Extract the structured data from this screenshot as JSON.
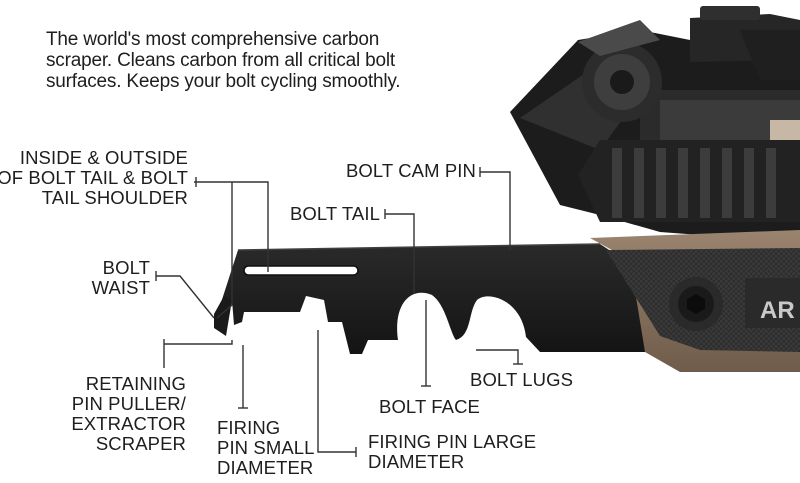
{
  "intro": {
    "lines": [
      "The world's most comprehensive carbon",
      "scraper. Cleans carbon from all critical bolt",
      "surfaces. Keeps your bolt cycling smoothly."
    ]
  },
  "callouts": {
    "bolt_tail_inside_outside": [
      "INSIDE & OUTSIDE",
      "OF BOLT TAIL & BOLT",
      "TAIL SHOULDER"
    ],
    "bolt_cam_pin": [
      "BOLT CAM PIN"
    ],
    "bolt_tail": [
      "BOLT TAIL"
    ],
    "bolt_waist": [
      "BOLT",
      "WAIST"
    ],
    "retaining_pin_puller": [
      "RETAINING",
      "PIN PULLER/",
      "EXTRACTOR",
      "SCRAPER"
    ],
    "firing_pin_small": [
      "FIRING",
      "PIN SMALL",
      "DIAMETER"
    ],
    "firing_pin_large": [
      "FIRING PIN LARGE",
      "DIAMETER"
    ],
    "bolt_face": [
      "BOLT FACE"
    ],
    "bolt_lugs": [
      "BOLT LUGS"
    ]
  },
  "product_badge": "AR",
  "colors": {
    "tool_metal": "#1b1b1b",
    "handle_tan": "#8a7460",
    "handle_inlay": "#2e2e2e",
    "text": "#1e1e1e",
    "leader": "#333333"
  }
}
